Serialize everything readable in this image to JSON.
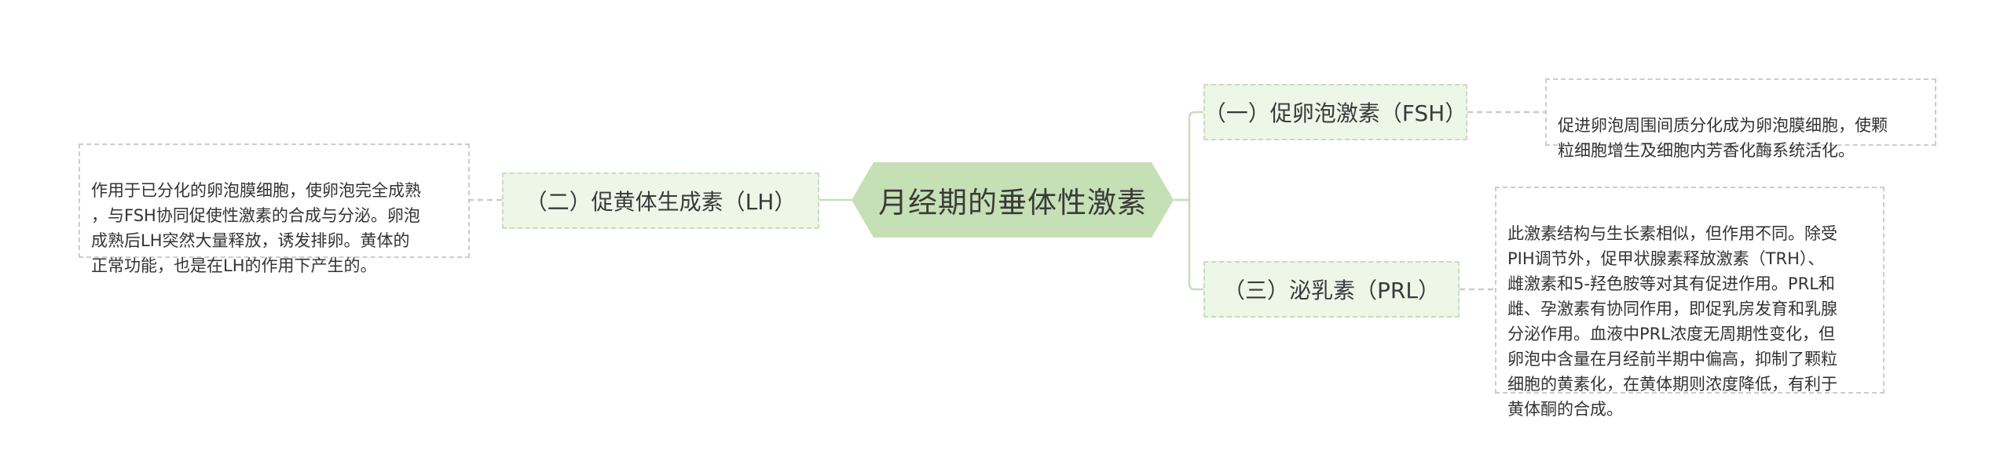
{
  "root": {
    "label": "月经期的垂体性激素"
  },
  "branches": [
    {
      "label": "（一）促卵泡激素（FSH）",
      "detail": "促进卵泡周围间质分化成为卵泡膜细胞，使颗\n粒细胞增生及细胞内芳香化酶系统活化。"
    },
    {
      "label": "（二）促黄体生成素（LH）",
      "detail": "作用于已分化的卵泡膜细胞，使卵泡完全成熟\n，与FSH协同促使性激素的合成与分泌。卵泡\n成熟后LH突然大量释放，诱发排卵。黄体的\n正常功能，也是在LH的作用下产生的。"
    },
    {
      "label": "（三）泌乳素（PRL）",
      "detail": "此激素结构与生长素相似，但作用不同。除受\nPIH调节外，促甲状腺素释放激素（TRH）、\n雌激素和5-羟色胺等对其有促进作用。PRL和\n雌、孕激素有协同作用，即促乳房发育和乳腺\n分泌作用。血液中PRL浓度无周期性变化，但\n卵泡中含量在月经前半期中偏高，抑制了颗粒\n细胞的黄素化，在黄体期则浓度降低，有利于\n黄体酮的合成。"
    }
  ],
  "colors": {
    "root_fill": "#c5e0b4",
    "branch_fill": "#eef6e8",
    "branch_border": "#c8dcbc",
    "leaf_border": "#cccccc",
    "connector": "#c8dcbc"
  }
}
